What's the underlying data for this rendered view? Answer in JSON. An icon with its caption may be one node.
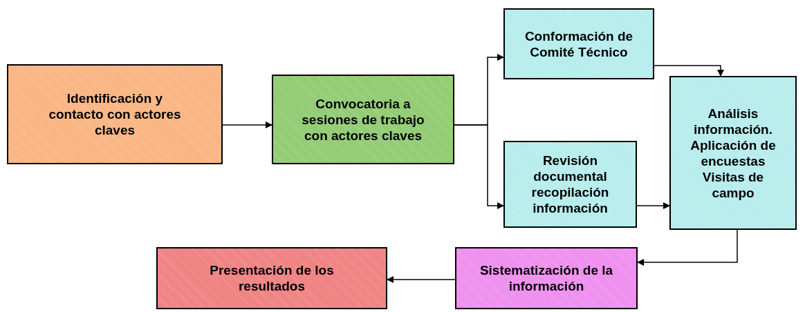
{
  "diagram": {
    "nodes": [
      {
        "text": [
          "Identificación y contacto con actores claves"
        ]
      },
      {
        "text": [
          "Convocatoria a sesiones de trabajo con actores claves"
        ]
      },
      {
        "text": [
          "Conformación de Comité Técnico"
        ]
      },
      {
        "text": [
          "Revisión documental recopilación información"
        ]
      },
      {
        "text": [
          "Análisis información. Aplicación de encuestas Visitas de campo"
        ]
      },
      {
        "text": [
          "Sistematización de la información"
        ]
      },
      {
        "text": [
          "Presentación de los resultados"
        ]
      }
    ],
    "edges": [
      {
        "from": 0,
        "to": 1,
        "arrow": "to"
      },
      {
        "from": 1,
        "to": 2,
        "arrow": "to"
      },
      {
        "from": 1,
        "to": 3,
        "arrow": "to"
      },
      {
        "from": 2,
        "to": 4,
        "arrow": "to"
      },
      {
        "from": 3,
        "to": 4,
        "arrow": "to"
      },
      {
        "from": 4,
        "to": 5,
        "arrow": "to"
      },
      {
        "from": 5,
        "to": 6,
        "arrow": "to"
      }
    ]
  }
}
